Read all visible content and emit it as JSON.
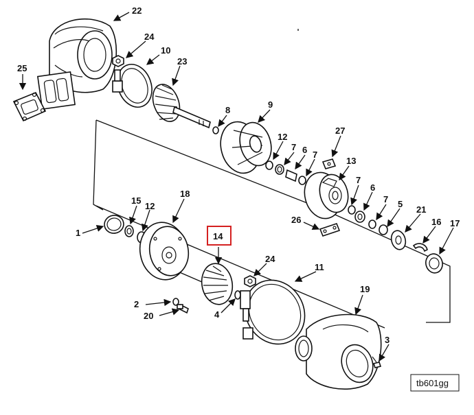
{
  "diagram": {
    "callouts": {
      "c1": "1",
      "c2": "2",
      "c3": "3",
      "c4": "4",
      "c5": "5",
      "c6a": "6",
      "c6b": "6",
      "c7a": "7",
      "c7b": "7",
      "c7c": "7",
      "c7d": "7",
      "c8": "8",
      "c9": "9",
      "c10": "10",
      "c11": "11",
      "c12a": "12",
      "c12b": "12",
      "c13": "13",
      "c14": "14",
      "c15": "15",
      "c16": "16",
      "c17": "17",
      "c18": "18",
      "c19": "19",
      "c20": "20",
      "c21": "21",
      "c22": "22",
      "c23": "23",
      "c24a": "24",
      "c24b": "24",
      "c25": "25",
      "c26": "26",
      "c27": "27"
    },
    "highlighted_callout": "14",
    "figure_tag": "tb601gg",
    "colors": {
      "ink": "#111111",
      "highlight": "#d42020",
      "background": "#ffffff"
    }
  }
}
